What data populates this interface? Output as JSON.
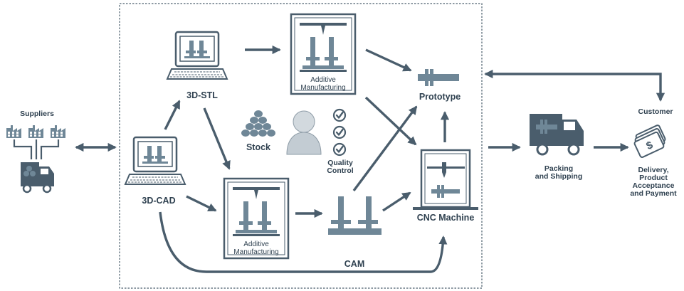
{
  "colors": {
    "stroke": "#4a5d6c",
    "fill": "#6f8797",
    "light": "#b8c3cb",
    "text": "#2f4150"
  },
  "labels": {
    "suppliers": "Suppliers",
    "stl": "3D-STL",
    "cad": "3D-CAD",
    "stock": "Stock",
    "qc_line1": "Quality",
    "qc_line2": "Control",
    "am_top_line1": "Additive",
    "am_top_line2": "Manufacturing",
    "am_bottom_line1": "Additive",
    "am_bottom_line2": "Manufacturing",
    "prototype": "Prototype",
    "cnc": "CNC Machine",
    "cam": "CAM",
    "packing_line1": "Packing",
    "packing_line2": "and Shipping",
    "customer": "Customer",
    "delivery_line1": "Delivery,",
    "delivery_line2": "Product",
    "delivery_line3": "Acceptance",
    "delivery_line4": "and Payment"
  },
  "icons": [
    "factory-icon",
    "delivery-truck-icon",
    "computer-icon",
    "printer-3d-icon",
    "stock-pile-icon",
    "person-icon",
    "check-circle-icon",
    "part-icon",
    "cnc-machine-icon",
    "money-icon"
  ]
}
